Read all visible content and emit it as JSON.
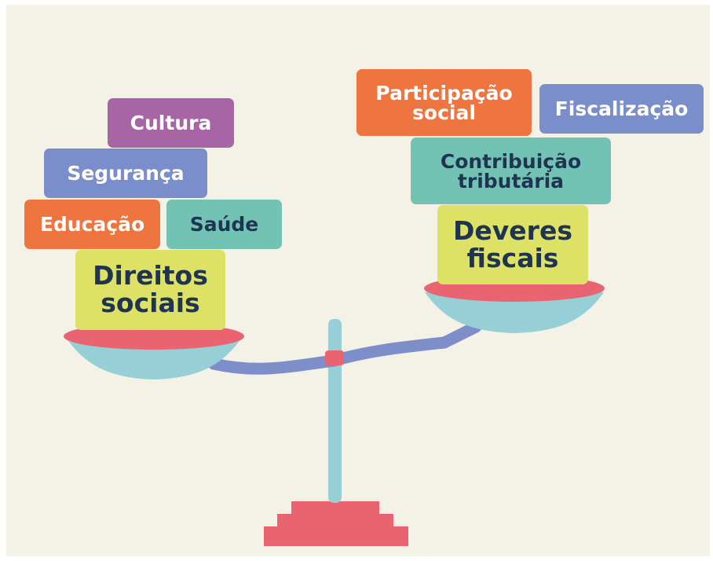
{
  "colors": {
    "background": "#f4f1e6",
    "orange": "#ee7440",
    "purple": "#a865a6",
    "blue": "#7a8ecb",
    "teal": "#73c3b4",
    "yellow": "#dde166",
    "pink": "#ea6370",
    "light_blue": "#96d0d6",
    "beam": "#7d8ec9",
    "text_dark": "#1f3450",
    "text_light": "#ffffff"
  },
  "left_pan": {
    "main": "Direitos\nsociais",
    "items": [
      "Cultura",
      "Segurança",
      "Educação",
      "Saúde"
    ]
  },
  "right_pan": {
    "main": "Deveres\nfiscais",
    "items": [
      "Participação\nsocial",
      "Fiscalização",
      "Contribuição\ntributária"
    ]
  }
}
